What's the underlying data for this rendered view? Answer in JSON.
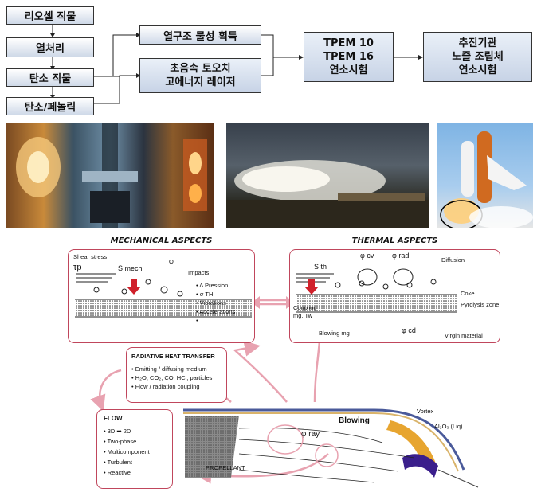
{
  "flow": {
    "box1": "리오셀 직물",
    "box2": "열처리",
    "box3": "탄소 직물",
    "box4": "탄소/페놀릭",
    "box5": "열구조 물성 획득",
    "box6_l1": "초음속 토오치",
    "box6_l2": "고에너지 레이저",
    "box7_l1": "TPEM 10",
    "box7_l2": "TPEM 16",
    "box7_l3": "연소시험",
    "box8_l1": "추진기관",
    "box8_l2": "노즐 조립체",
    "box8_l3": "연소시험"
  },
  "mechanical": {
    "title": "MECHANICAL ASPECTS",
    "shear": "Shear stress",
    "tau": "τp",
    "smech": "S mech",
    "o": "O",
    "impacts": "Impacts",
    "pression": "• Δ Pression",
    "sigma": "• σ TH",
    "vibrations": "• Vibrations",
    "accelerations": "• Accelerations",
    "dots": "• ..."
  },
  "thermal": {
    "title": "THERMAL ASPECTS",
    "sth": "S th",
    "phicv": "φ cv",
    "phirad": "φ rad",
    "diffusion": "Diffusion",
    "coke": "Coke",
    "pyro": "Pyrolysis zone",
    "coupling1": "Coupling",
    "coupling2": "mg, Tw",
    "blowing": "Blowing mg",
    "phicd": "φ cd",
    "virgin": "Virgin material"
  },
  "radiative": {
    "title": "RADIATIVE HEAT TRANSFER",
    "i1": "• Emitting / diffusing medium",
    "i2": "• H₂O, CO₂, CO, HCl, particles",
    "i3": "• Flow / radiation coupling"
  },
  "flowbox": {
    "title": "FLOW",
    "i1": "• 3D ➡ 2D",
    "i2": "• Two-phase",
    "i3": "• Multicomponent",
    "i4": "• Turbulent",
    "i5": "• Reactive"
  },
  "motor": {
    "propellant": "PROPELLANT",
    "blowing": "Blowing",
    "phiray": "φ ray",
    "vortex": "Vortex",
    "al2o3": "Al₂O₃ (Liq)"
  },
  "colors": {
    "arrow_pink": "#e8a2b0",
    "panel_border": "#c0465c",
    "red_arrow": "#d0202a",
    "vortex_orange": "#e7a530",
    "nozzle_purple": "#3b1f8c",
    "box_fill": "#c7d3e6"
  }
}
